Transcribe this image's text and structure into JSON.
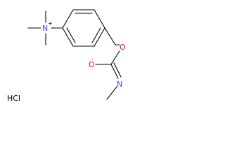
{
  "molecule": {
    "atoms": {
      "n_ammonium": {
        "symbol": "N",
        "charge": "+",
        "color": "#3050f8"
      },
      "o_ester": {
        "symbol": "O",
        "color": "#ff0d0d"
      },
      "o_carbonyl": {
        "symbol": "O",
        "charge": "-",
        "color": "#ff0d0d"
      },
      "n_amide": {
        "symbol": "N",
        "color": "#3050f8"
      }
    },
    "salt": "HCl"
  }
}
